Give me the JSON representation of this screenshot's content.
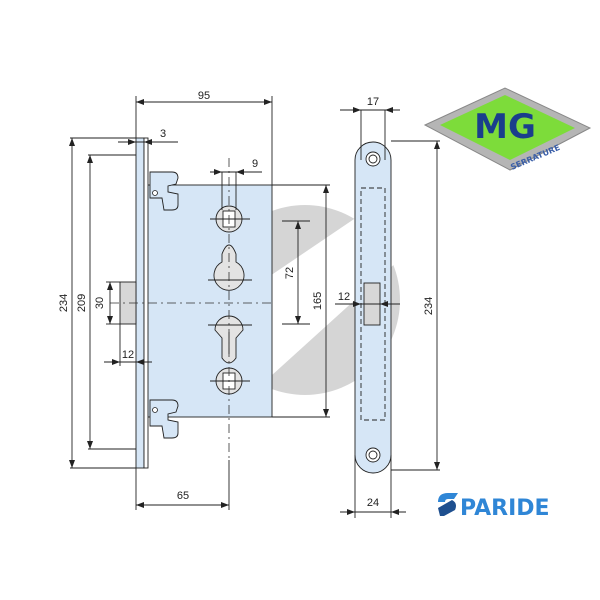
{
  "drawing": {
    "title": "Mortise lock technical drawing",
    "dimensions": {
      "body_width": "95",
      "faceplate_thickness": "3",
      "keyhole_width": "9",
      "faceplate_height": "234",
      "body_height_209": "209",
      "latch_height": "30",
      "latch_projection": "12",
      "keyhole_spacing": "72",
      "case_height": "165",
      "backset": "65",
      "strike_thickness": "17",
      "strike_projection": "12",
      "strike_height": "234",
      "strike_width": "24"
    }
  },
  "logos": {
    "mg": {
      "letters": "MG",
      "subtitle": "SERRATURE",
      "colors": {
        "letters": "#1a3e8c",
        "green": "#7ddc3a",
        "frame": "#b5b5b5"
      }
    },
    "paride": {
      "text": "PARIDE",
      "color": "#2f86d6"
    }
  },
  "colors": {
    "body_fill": "#d6e6f6",
    "watermark": "#c8c8c8"
  }
}
